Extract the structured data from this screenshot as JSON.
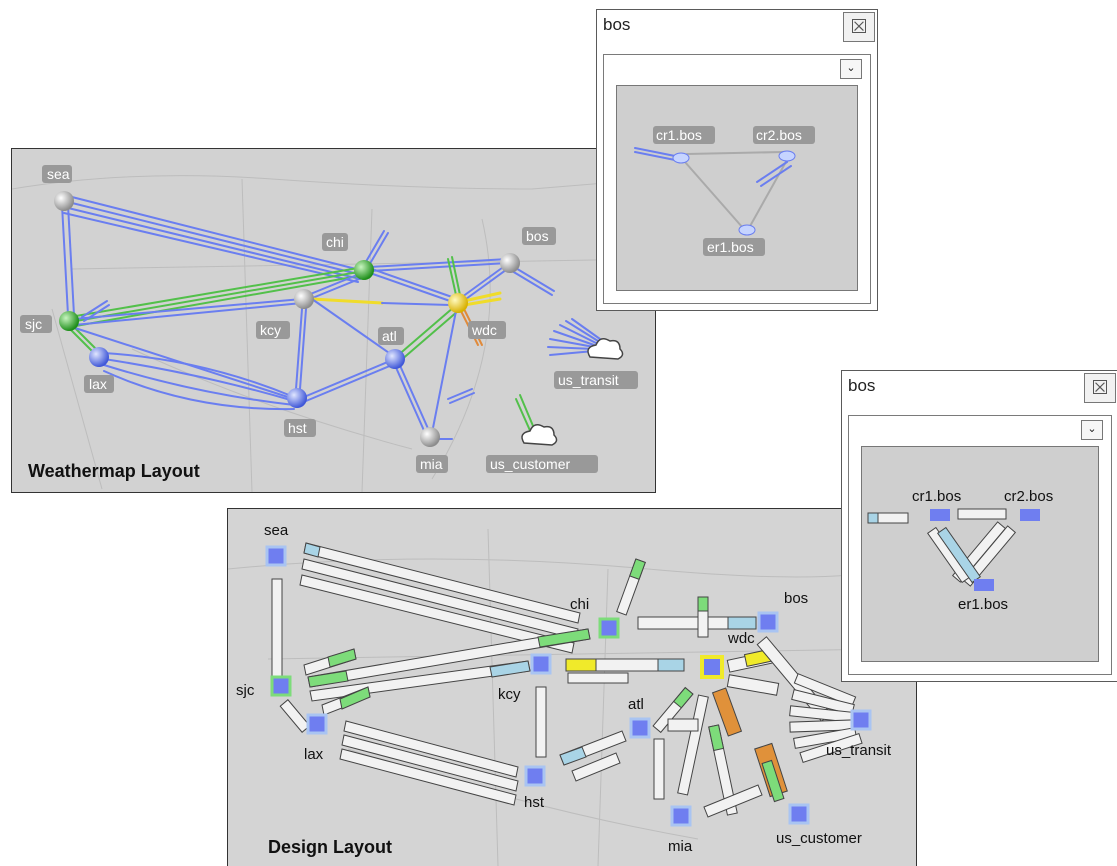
{
  "weathermap": {
    "title": "Weathermap Layout",
    "nodes": {
      "sea": "sea",
      "chi": "chi",
      "bos": "bos",
      "sjc": "sjc",
      "kcy": "kcy",
      "wdc": "wdc",
      "atl": "atl",
      "lax": "lax",
      "hst": "hst",
      "mia": "mia",
      "us_transit": "us_transit",
      "us_customer": "us_customer"
    }
  },
  "design": {
    "title": "Design Layout",
    "nodes": {
      "sea": "sea",
      "chi": "chi",
      "bos": "bos",
      "sjc": "sjc",
      "kcy": "kcy",
      "wdc": "wdc",
      "atl": "atl",
      "lax": "lax",
      "hst": "hst",
      "mia": "mia",
      "us_transit": "us_transit",
      "us_customer": "us_customer"
    }
  },
  "bos_window_top": {
    "title": "bos",
    "close_glyph": "⮽",
    "nodes": {
      "cr1": "cr1.bos",
      "cr2": "cr2.bos",
      "er1": "er1.bos"
    }
  },
  "bos_window_bottom": {
    "title": "bos",
    "close_glyph": "⮽",
    "nodes": {
      "cr1": "cr1.bos",
      "cr2": "cr2.bos",
      "er1": "er1.bos"
    }
  },
  "colors": {
    "link_blue": "#6a7ef0",
    "link_green": "#52c04a",
    "link_yellow": "#f0dc2a",
    "link_orange": "#e08a3a",
    "node_gray": "#b5b5b5",
    "node_green": "#39b033",
    "node_blue": "#6f86f3",
    "node_yellow": "#f0d020",
    "design_node": "#6f7ef0"
  }
}
